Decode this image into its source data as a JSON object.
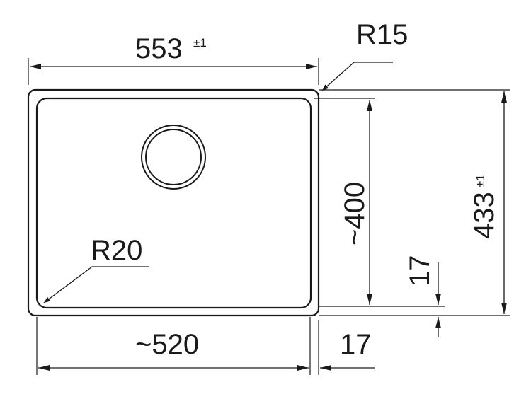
{
  "dimensions": {
    "overall_width": {
      "value": "553",
      "tolerance": "±1"
    },
    "overall_height": {
      "value": "433",
      "tolerance": "±1"
    },
    "bowl_width": {
      "value": "~520"
    },
    "bowl_height": {
      "value": "~400"
    },
    "rim_bottom": {
      "value": "17"
    },
    "rim_side": {
      "value": "17"
    },
    "outer_radius": {
      "value": "R15"
    },
    "bowl_radius": {
      "value": "R20"
    }
  },
  "colors": {
    "line": "#1a1a1a",
    "background": "#ffffff"
  }
}
